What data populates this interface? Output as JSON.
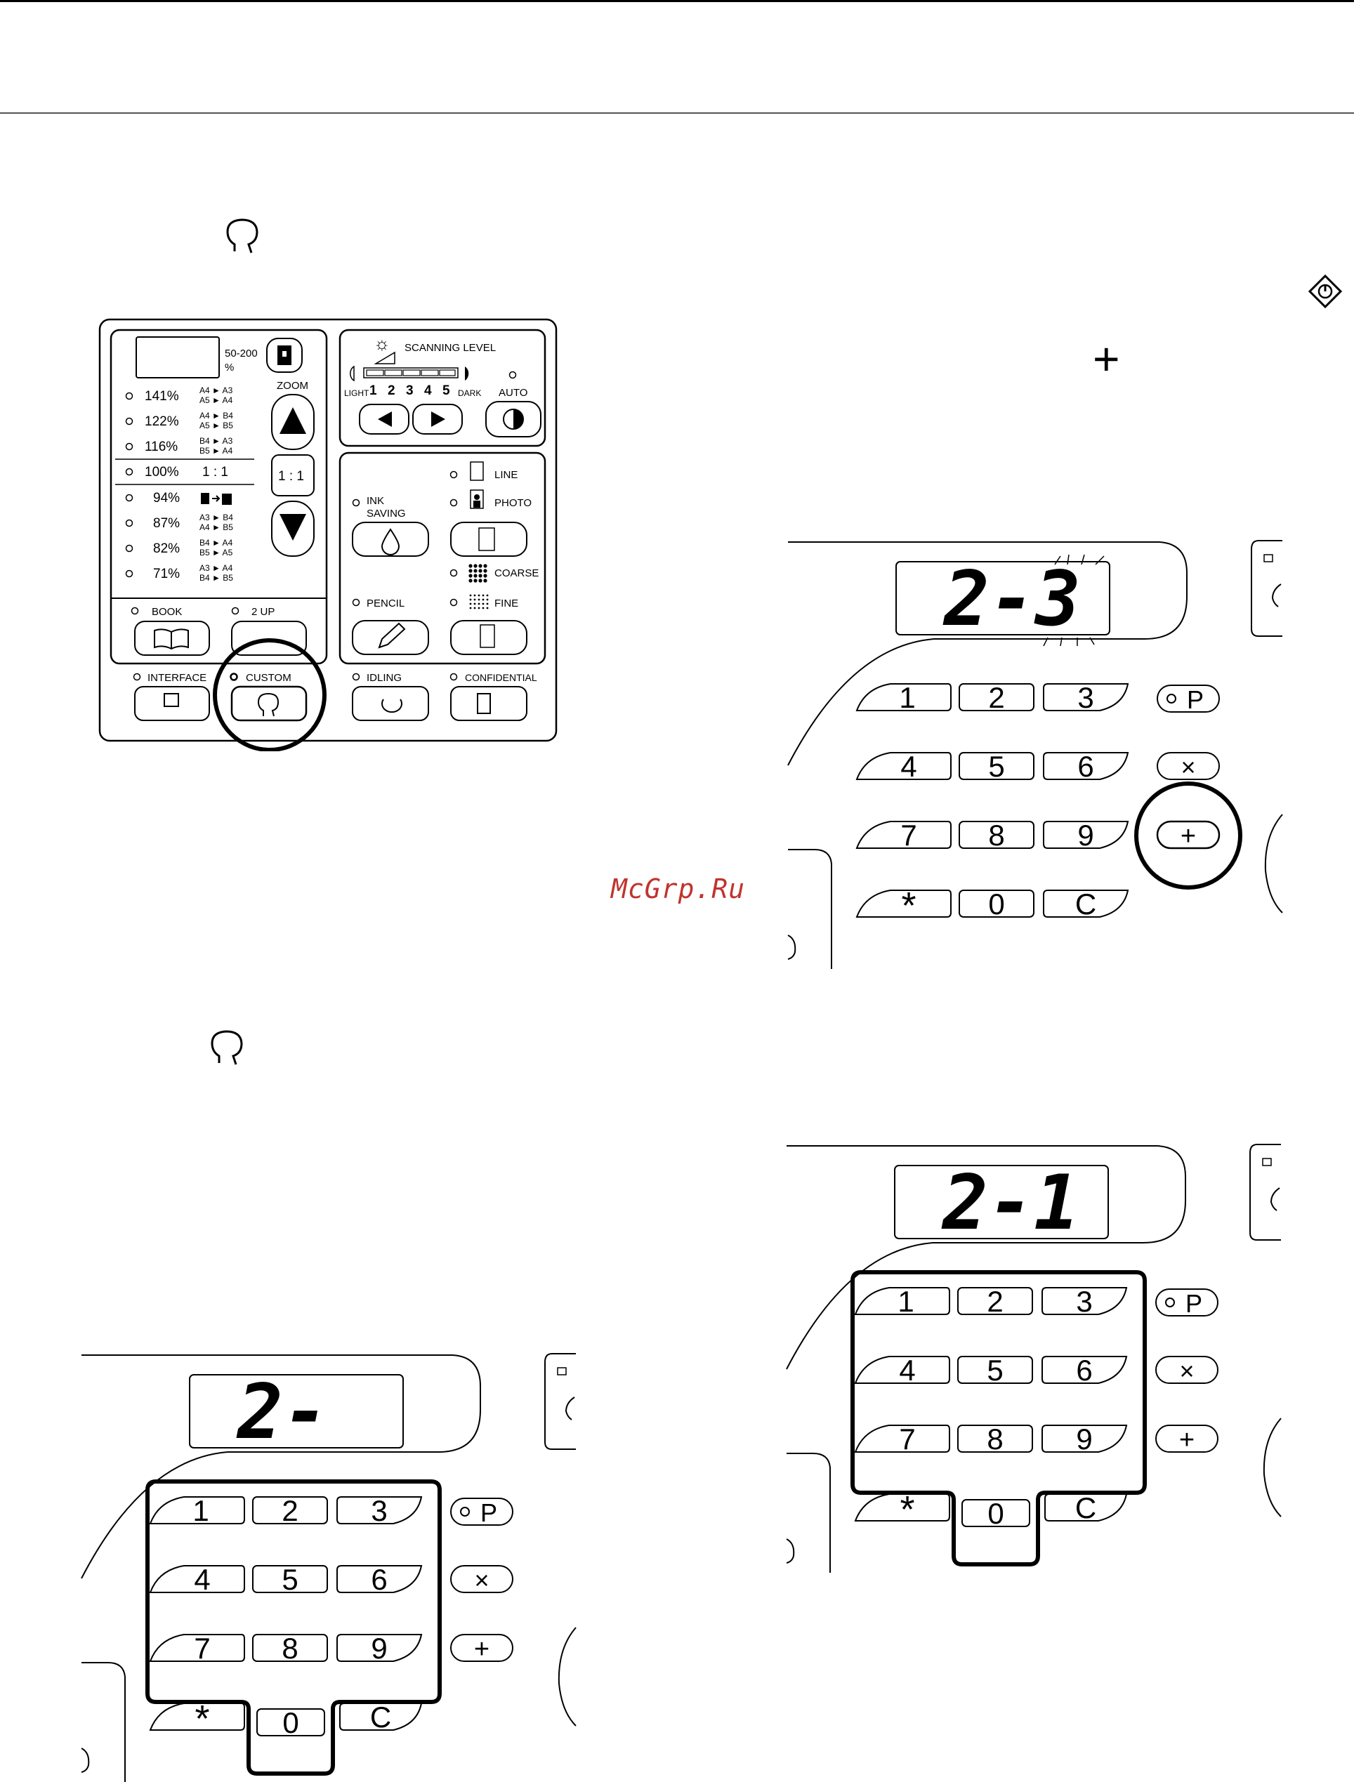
{
  "panel": {
    "zoom_range": "50-200",
    "zoom_unit": "%",
    "zoom_label": "ZOOM",
    "ratio_button": "1 : 1",
    "ratios": [
      {
        "pct": "141%",
        "a": "A4 ► A3",
        "b": "A5 ► A4"
      },
      {
        "pct": "122%",
        "a": "A4 ► B4",
        "b": "A5 ► B5"
      },
      {
        "pct": "116%",
        "a": "B4 ► A3",
        "b": "B5 ► A4"
      },
      {
        "pct": "100%",
        "a": "1 : 1",
        "b": ""
      },
      {
        "pct": "94%",
        "a": "",
        "b": ""
      },
      {
        "pct": "87%",
        "a": "A3 ► B4",
        "b": "A4 ► B5"
      },
      {
        "pct": "82%",
        "a": "B4 ► A4",
        "b": "B5 ► A5"
      },
      {
        "pct": "71%",
        "a": "A3 ► A4",
        "b": "B4 ► B5"
      }
    ],
    "book": "BOOK",
    "two_up": "2 UP",
    "scanning_level": "SCANNING LEVEL",
    "light": "LIGHT",
    "dark": "DARK",
    "levels": [
      "1",
      "2",
      "3",
      "4",
      "5"
    ],
    "auto": "AUTO",
    "line": "LINE",
    "photo": "PHOTO",
    "ink_saving_1": "INK",
    "ink_saving_2": "SAVING",
    "coarse": "COARSE",
    "fine": "FINE",
    "pencil": "PENCIL",
    "interface": "INTERFACE",
    "custom": "CUSTOM",
    "idling": "IDLING",
    "confidential": "CONFIDENTIAL"
  },
  "keypad": {
    "keys": [
      "1",
      "2",
      "3",
      "4",
      "5",
      "6",
      "7",
      "8",
      "9",
      "*",
      "0",
      "C"
    ],
    "p_key": "P",
    "times_key": "×",
    "plus_key": "+"
  },
  "displays": {
    "top": "2-3",
    "bottom_right": "2-1",
    "bottom_left": "2-"
  },
  "watermark": "McGrp.Ru",
  "plus_symbol": "+"
}
